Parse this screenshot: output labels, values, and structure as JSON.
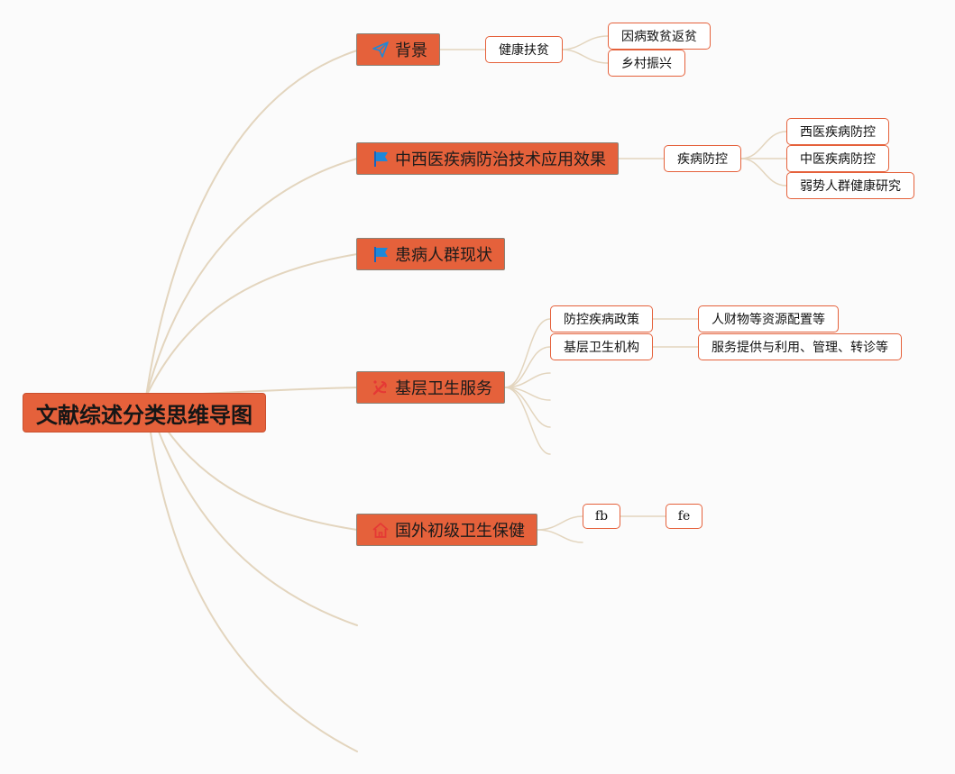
{
  "root": {
    "label": "文献综述分类思维导图"
  },
  "topics": {
    "beijing": {
      "label": "背景",
      "icon": "send-icon"
    },
    "zhongxiyi": {
      "label": "中西医疾病防治技术应用效果",
      "icon": "blue-flag-icon"
    },
    "huanbing": {
      "label": "患病人群现状",
      "icon": "blue-flag-icon"
    },
    "jiceng": {
      "label": "基层卫生服务",
      "icon": "party-emblem-icon"
    },
    "guowai": {
      "label": "国外初级卫生保健",
      "icon": "home-icon"
    }
  },
  "subs": {
    "jiankang_fupin": "健康扶贫",
    "yinbing_zhipin": "因病致贫返贫",
    "xiangcun_zhenxing": "乡村振兴",
    "jibing_fangkong": "疾病防控",
    "xiyi_fangkong": "西医疾病防控",
    "zhongyi_fangkong": "中医疾病防控",
    "ruoshi_yanjiu": "弱势人群健康研究",
    "fangkong_zhengce": "防控疾病政策",
    "jiceng_jigou": "基层卫生机构",
    "rencai_peizhi": "人财物等资源配置等",
    "fuwu_tigong": "服务提供与利用、管理、转诊等",
    "fb": "fb",
    "fe": "fe"
  },
  "colors": {
    "node_fill": "#e5613b",
    "connector": "#e3d5be",
    "flag_blue": "#1e88d8",
    "emblem_red": "#e53935"
  }
}
